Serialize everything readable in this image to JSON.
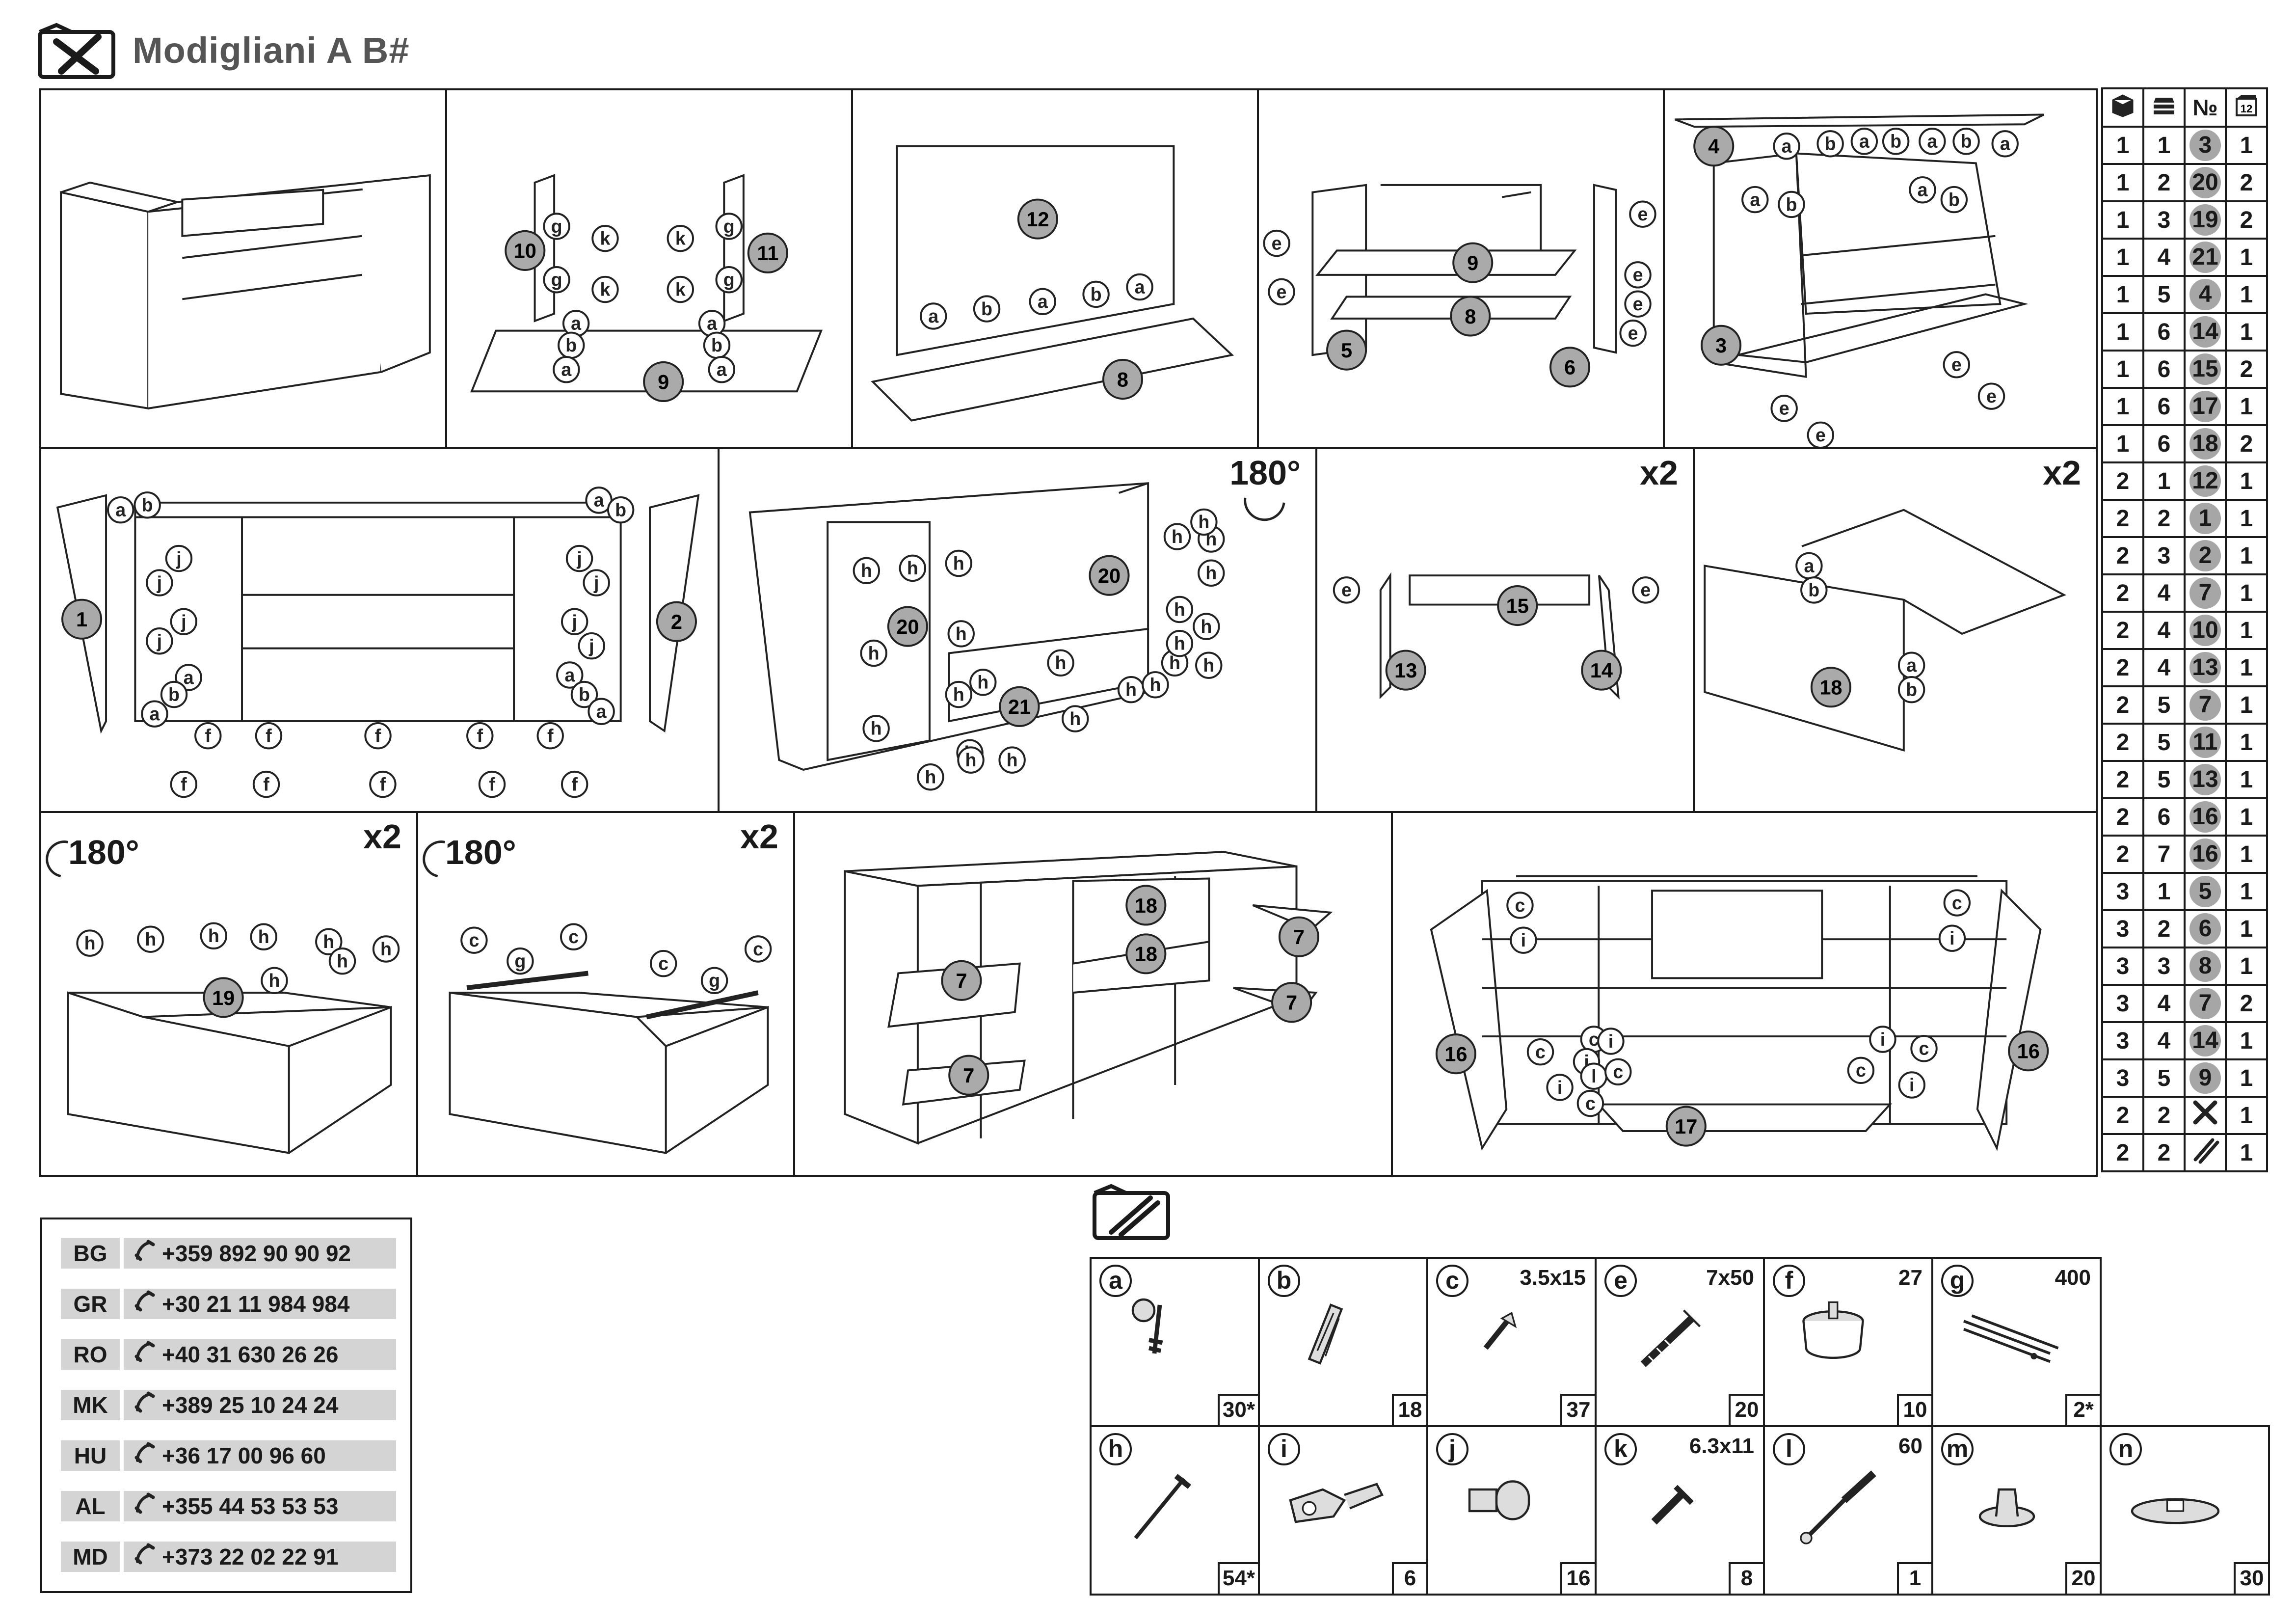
{
  "title": "Modigliani A B#",
  "steps": [
    {
      "id": "step-1"
    },
    {
      "id": "step-2",
      "parts": [
        "10",
        "11",
        "9",
        "g",
        "k",
        "a",
        "b"
      ]
    },
    {
      "id": "step-3",
      "parts": [
        "12",
        "8",
        "a",
        "b"
      ]
    },
    {
      "id": "step-4",
      "parts": [
        "9",
        "8",
        "5",
        "6",
        "e"
      ]
    },
    {
      "id": "step-5",
      "parts": [
        "4",
        "3",
        "a",
        "b",
        "e"
      ]
    },
    {
      "id": "step-6",
      "parts": [
        "1",
        "2",
        "a",
        "b",
        "j",
        "f"
      ]
    },
    {
      "id": "step-7",
      "tag": "180°",
      "parts": [
        "20",
        "21",
        "h"
      ]
    },
    {
      "id": "step-8",
      "tag": "x2",
      "parts": [
        "15",
        "13",
        "14",
        "e"
      ]
    },
    {
      "id": "step-9",
      "tag": "x2",
      "parts": [
        "18",
        "a",
        "b"
      ]
    },
    {
      "id": "step-10",
      "tag": "180°",
      "tag2": "x2",
      "parts": [
        "19",
        "h"
      ]
    },
    {
      "id": "step-11",
      "tag": "180°",
      "tag2": "x2",
      "parts": [
        "c",
        "g"
      ]
    },
    {
      "id": "step-12",
      "parts": [
        "18",
        "7"
      ]
    },
    {
      "id": "step-13",
      "parts": [
        "16",
        "17",
        "c",
        "i",
        "l"
      ]
    }
  ],
  "parts_table": {
    "headers": [
      "box-icon",
      "stack-icon",
      "№",
      "count-icon"
    ],
    "rows": [
      [
        "1",
        "1",
        "3",
        "1"
      ],
      [
        "1",
        "2",
        "20",
        "2"
      ],
      [
        "1",
        "3",
        "19",
        "2"
      ],
      [
        "1",
        "4",
        "21",
        "1"
      ],
      [
        "1",
        "5",
        "4",
        "1"
      ],
      [
        "1",
        "6",
        "14",
        "1"
      ],
      [
        "1",
        "6",
        "15",
        "2"
      ],
      [
        "1",
        "6",
        "17",
        "1"
      ],
      [
        "1",
        "6",
        "18",
        "2"
      ],
      [
        "2",
        "1",
        "12",
        "1"
      ],
      [
        "2",
        "2",
        "1",
        "1"
      ],
      [
        "2",
        "3",
        "2",
        "1"
      ],
      [
        "2",
        "4",
        "7",
        "1"
      ],
      [
        "2",
        "4",
        "10",
        "1"
      ],
      [
        "2",
        "4",
        "13",
        "1"
      ],
      [
        "2",
        "5",
        "7",
        "1"
      ],
      [
        "2",
        "5",
        "11",
        "1"
      ],
      [
        "2",
        "5",
        "13",
        "1"
      ],
      [
        "2",
        "6",
        "16",
        "1"
      ],
      [
        "2",
        "7",
        "16",
        "1"
      ],
      [
        "3",
        "1",
        "5",
        "1"
      ],
      [
        "3",
        "2",
        "6",
        "1"
      ],
      [
        "3",
        "3",
        "8",
        "1"
      ],
      [
        "3",
        "4",
        "7",
        "2"
      ],
      [
        "3",
        "4",
        "14",
        "1"
      ],
      [
        "3",
        "5",
        "9",
        "1"
      ],
      [
        "2",
        "2",
        "tools-icon",
        "1"
      ],
      [
        "2",
        "2",
        "rods-icon",
        "1"
      ]
    ]
  },
  "phones": [
    {
      "code": "BG",
      "number": "+359 892 90 90 92"
    },
    {
      "code": "GR",
      "number": "+30 21 11 984 984"
    },
    {
      "code": "RO",
      "number": "+40 31 630 26 26"
    },
    {
      "code": "MK",
      "number": "+389 25 10 24 24"
    },
    {
      "code": "HU",
      "number": "+36 17 00 96 60"
    },
    {
      "code": "AL",
      "number": "+355 44 53 53 53"
    },
    {
      "code": "MD",
      "number": "+373 22 02 22 91"
    }
  ],
  "hardware": [
    {
      "letter": "a",
      "size": "",
      "qty": "30*",
      "icon": "cam-lock-icon"
    },
    {
      "letter": "b",
      "size": "",
      "qty": "18",
      "icon": "dowel-icon"
    },
    {
      "letter": "c",
      "size": "3.5x15",
      "qty": "37",
      "icon": "screw-icon"
    },
    {
      "letter": "e",
      "size": "7x50",
      "qty": "20",
      "icon": "confirmat-screw-icon"
    },
    {
      "letter": "f",
      "size": "27",
      "qty": "10",
      "icon": "leg-icon"
    },
    {
      "letter": "g",
      "size": "400",
      "qty": "2*",
      "icon": "drawer-slide-icon"
    },
    {
      "letter": "h",
      "size": "",
      "qty": "54*",
      "icon": "nail-icon"
    },
    {
      "letter": "i",
      "size": "",
      "qty": "6",
      "icon": "hinge-icon"
    },
    {
      "letter": "j",
      "size": "",
      "qty": "16",
      "icon": "shelf-pin-icon"
    },
    {
      "letter": "k",
      "size": "6.3x11",
      "qty": "8",
      "icon": "short-screw-icon"
    },
    {
      "letter": "l",
      "size": "60",
      "qty": "1",
      "icon": "gas-strut-icon"
    },
    {
      "letter": "m",
      "size": "",
      "qty": "20",
      "icon": "glide-icon"
    },
    {
      "letter": "n",
      "size": "",
      "qty": "30",
      "icon": "bumper-icon"
    }
  ]
}
